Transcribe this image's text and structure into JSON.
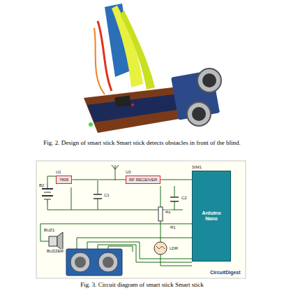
{
  "diagram": {
    "caption": "Fig. 3. Circuit diagram of smart stick Smart stick",
    "nodes": [
      {
        "text": [
          "U1",
          "7805"
        ]
      },
      {
        "text": [
          "U3",
          "RF RECEIVER"
        ]
      },
      {
        "text": [
          "SIM1",
          "Arduino Nano"
        ]
      }
    ],
    "edges": [
      {
        "from": 0,
        "to": 1,
        "arrow": "none"
      },
      {
        "from": 1,
        "to": 2,
        "arrow": "none"
      }
    ],
    "labels": [
      "Fig. 2. Design of smart stick Smart stick detects obstacles in front of the blind.",
      "B2",
      "C1",
      "C2",
      "R2",
      "R1",
      "LDR",
      "BUZ1",
      "BUZZER",
      "CircuitDigest"
    ]
  }
}
